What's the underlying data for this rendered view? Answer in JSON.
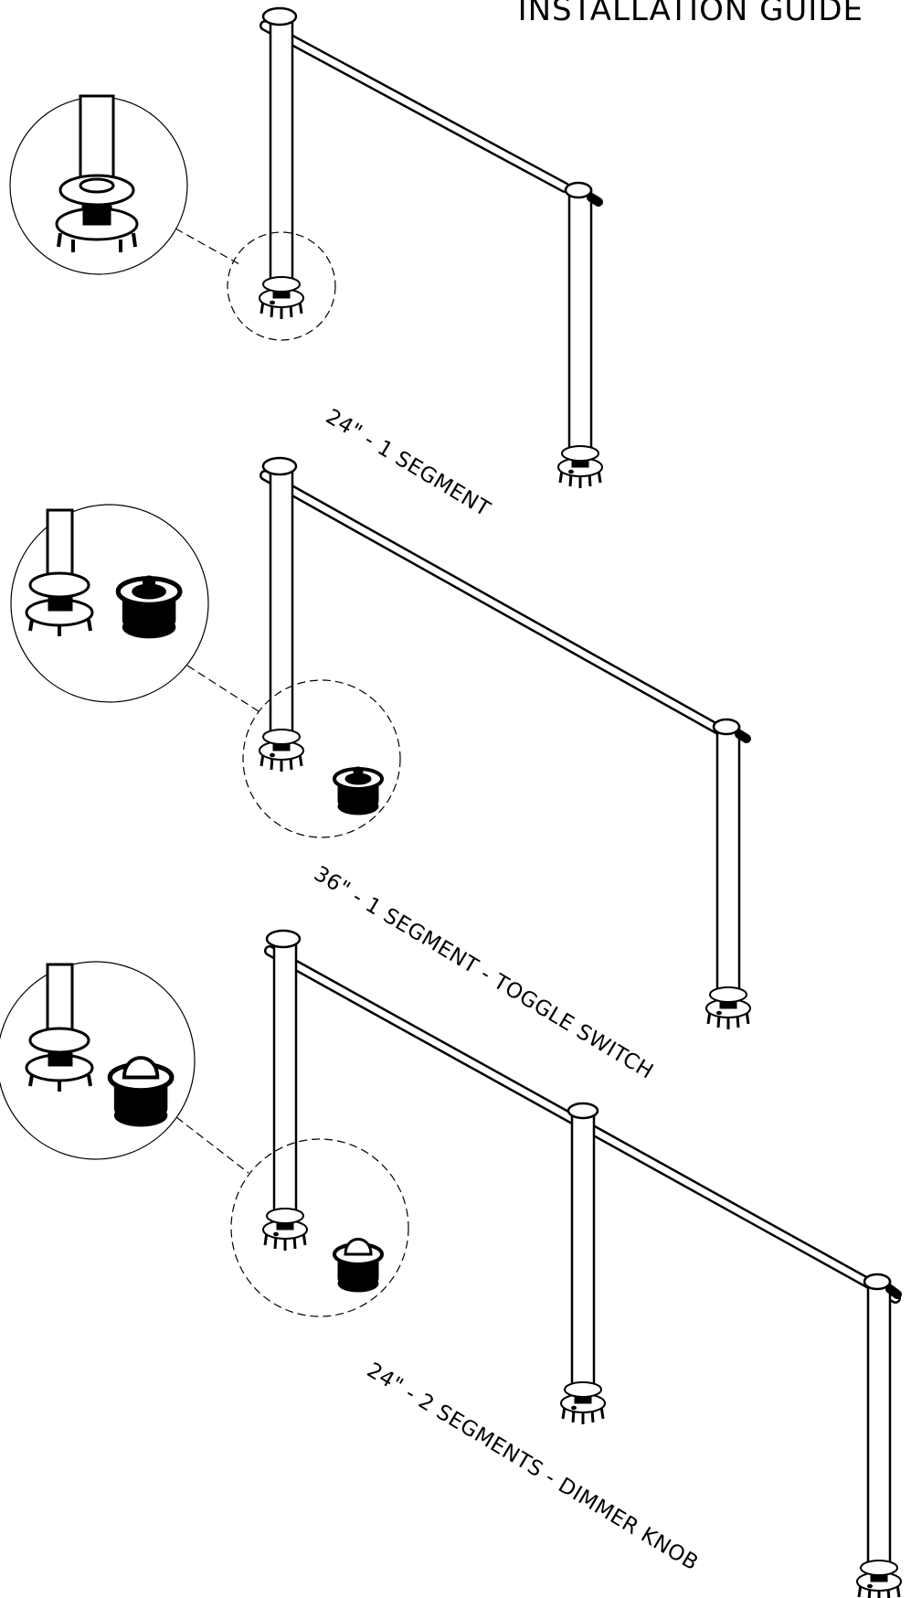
{
  "title": "INSTALLATION GUIDE",
  "configurations": [
    {
      "label": "24\" - 1 SEGMENT",
      "accessory": "none"
    },
    {
      "label": "36\" - 1 SEGMENT - TOGGLE SWITCH",
      "accessory": "toggle-switch"
    },
    {
      "label": "24\" - 2 SEGMENTS - DIMMER KNOB",
      "accessory": "dimmer-knob"
    }
  ],
  "colors": {
    "line": "#000000",
    "background": "#ffffff"
  }
}
